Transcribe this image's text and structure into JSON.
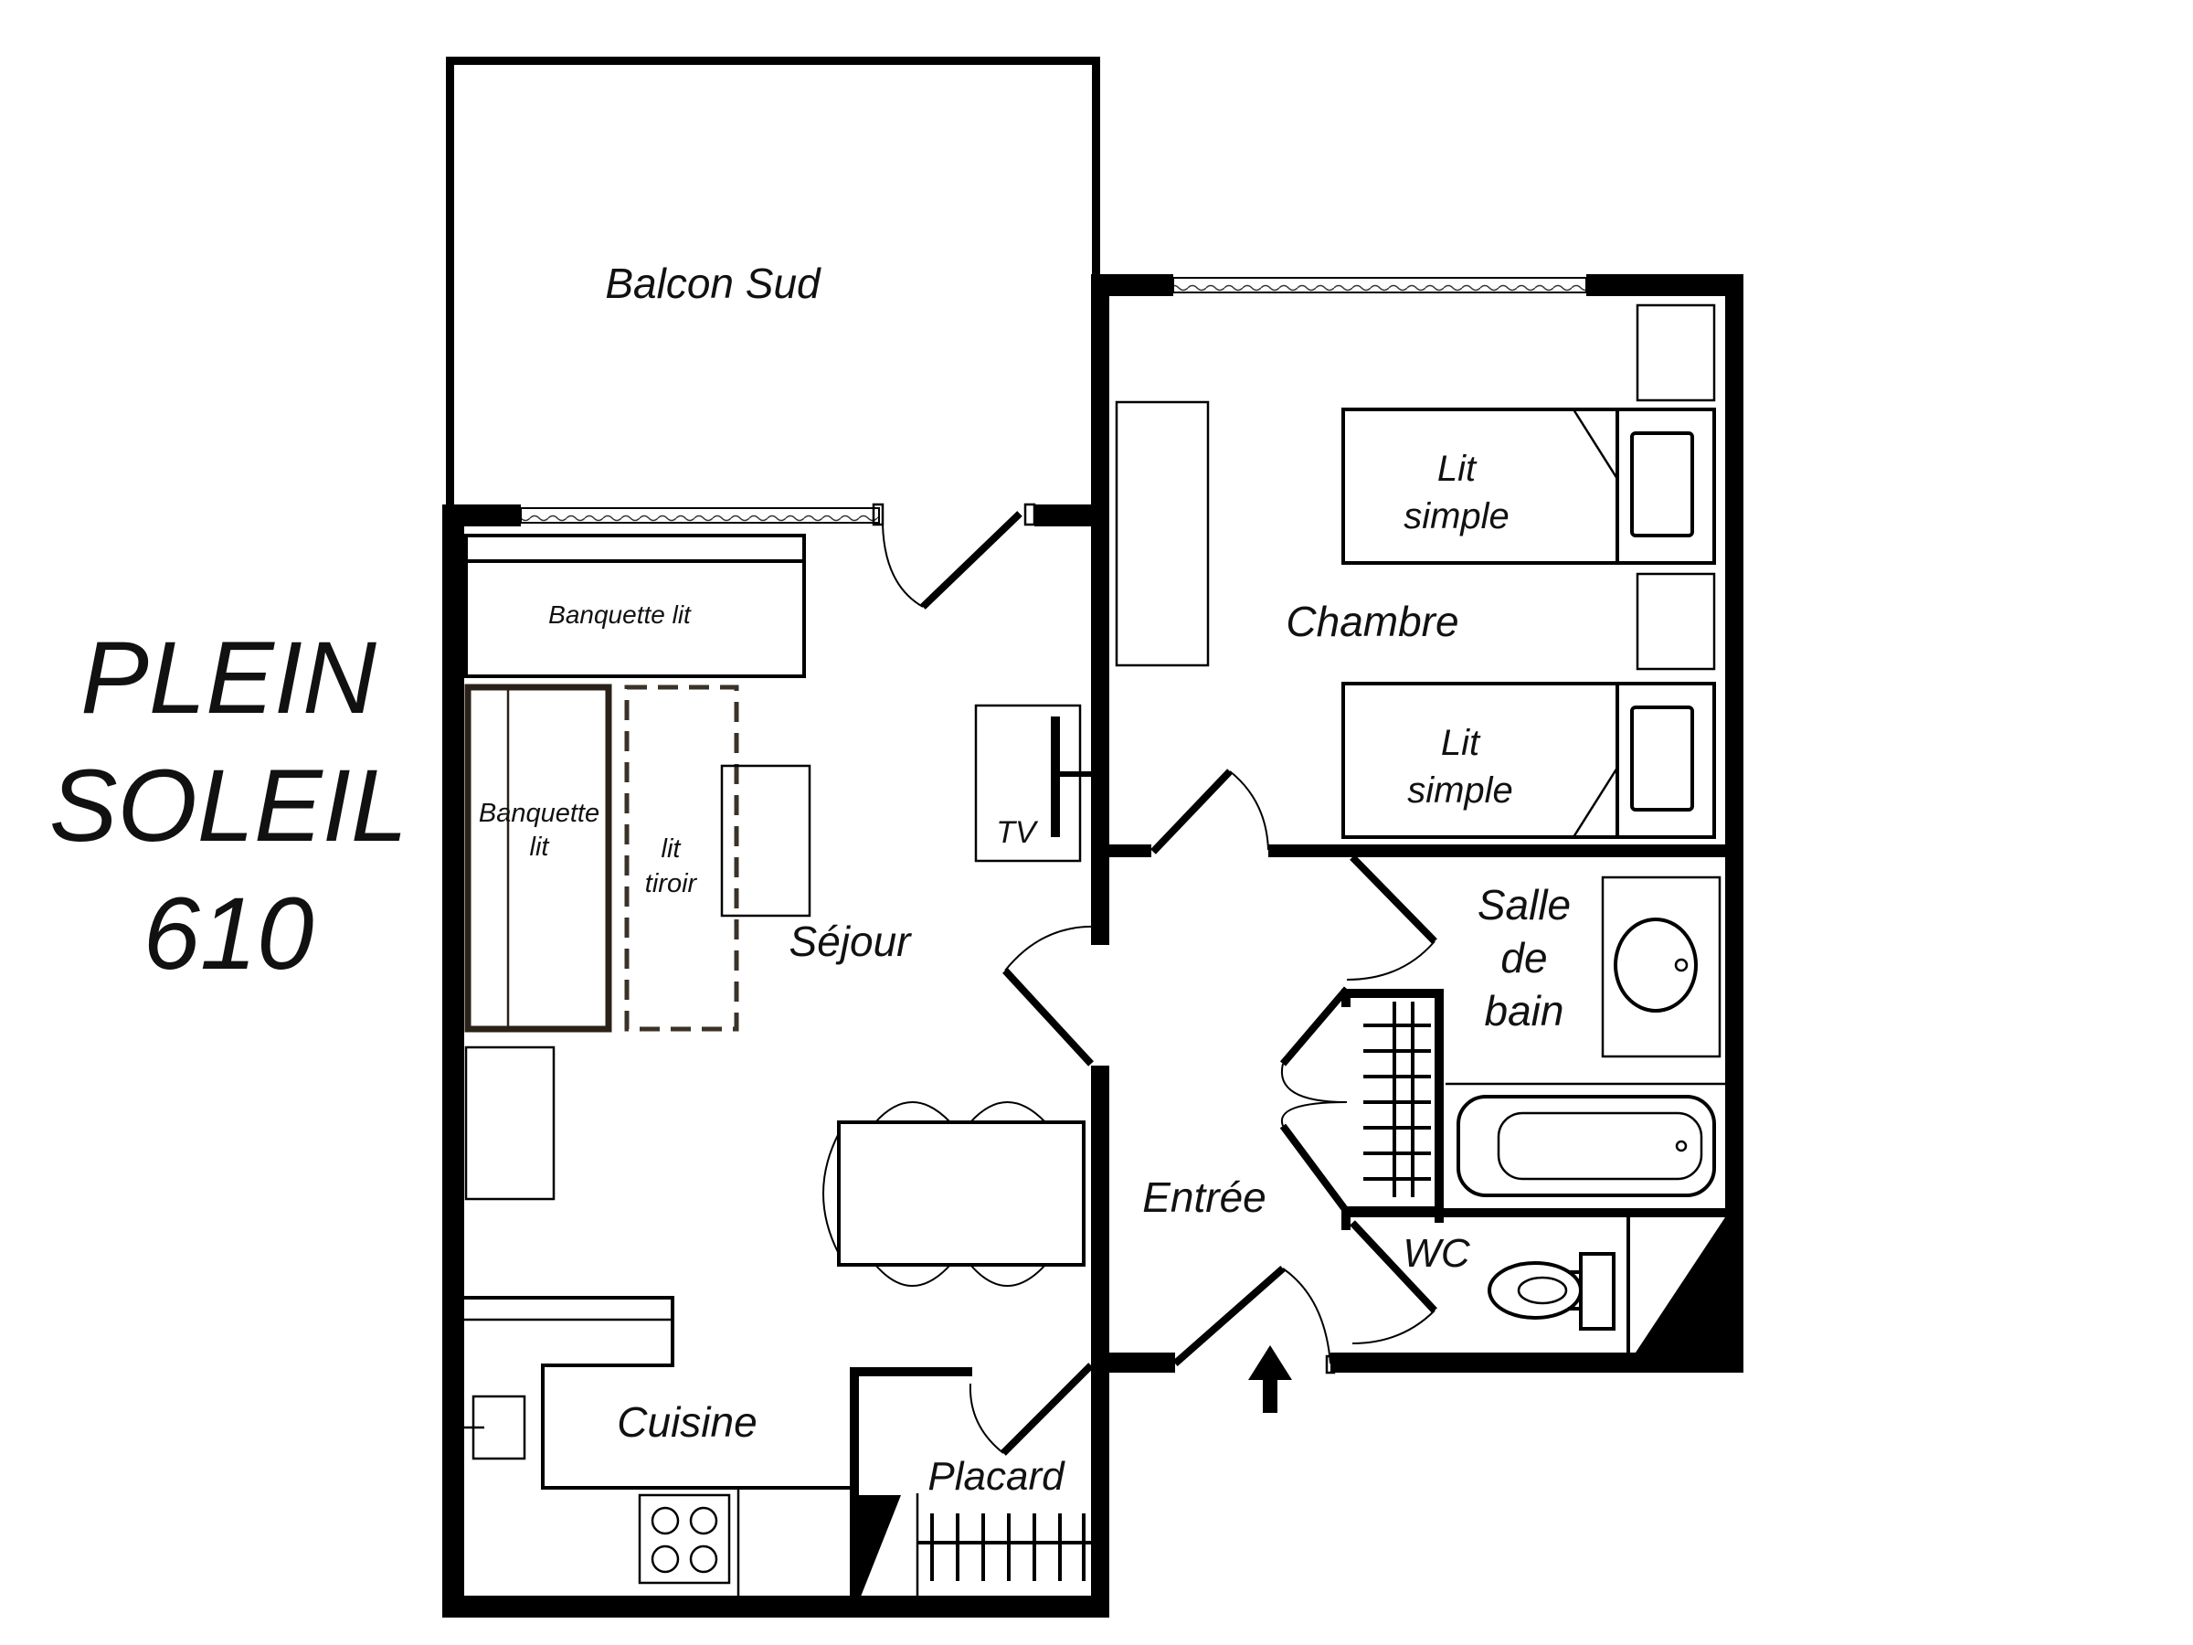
{
  "title": {
    "line1": "PLEIN",
    "line2": "SOLEIL",
    "line3": "610"
  },
  "rooms": {
    "balcon": "Balcon Sud",
    "sejour": "Séjour",
    "chambre": "Chambre",
    "cuisine": "Cuisine",
    "entree": "Entrée",
    "placard": "Placard",
    "wc": "WC",
    "salle_de_bain": [
      "Salle",
      "de",
      "bain"
    ]
  },
  "furniture": {
    "banquette_lit_top": "Banquette lit",
    "banquette_lit_side": [
      "Banquette",
      "lit"
    ],
    "lit_tiroir": [
      "lit",
      "tiroir"
    ],
    "tv": "TV",
    "lit_simple_1": [
      "Lit",
      "simple"
    ],
    "lit_simple_2": [
      "Lit",
      "simple"
    ]
  },
  "icons": {
    "entry_arrow": "arrow-up-icon"
  }
}
